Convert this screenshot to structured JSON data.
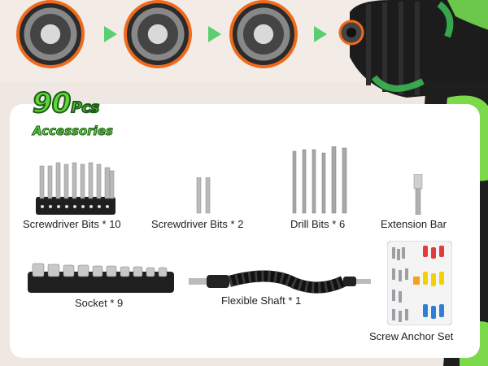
{
  "badge": {
    "count": "90",
    "unit": "Pcs",
    "subtitle": "Accessories"
  },
  "items": {
    "screwdriver_bits_10": "Screwdriver Bits * 10",
    "screwdriver_bits_2": "Screwdriver Bits * 2",
    "drill_bits_6": "Drill Bits * 6",
    "extension_bar": "Extension Bar",
    "socket_9": "Socket * 9",
    "flexible_shaft_1": "Flexible Shaft * 1",
    "screw_anchor_set": "Screw Anchor Set"
  },
  "colors": {
    "accent_green": "#5ed63b",
    "accent_orange": "#f06a1d",
    "panel": "#ffffff",
    "background": "#efe8e2"
  }
}
